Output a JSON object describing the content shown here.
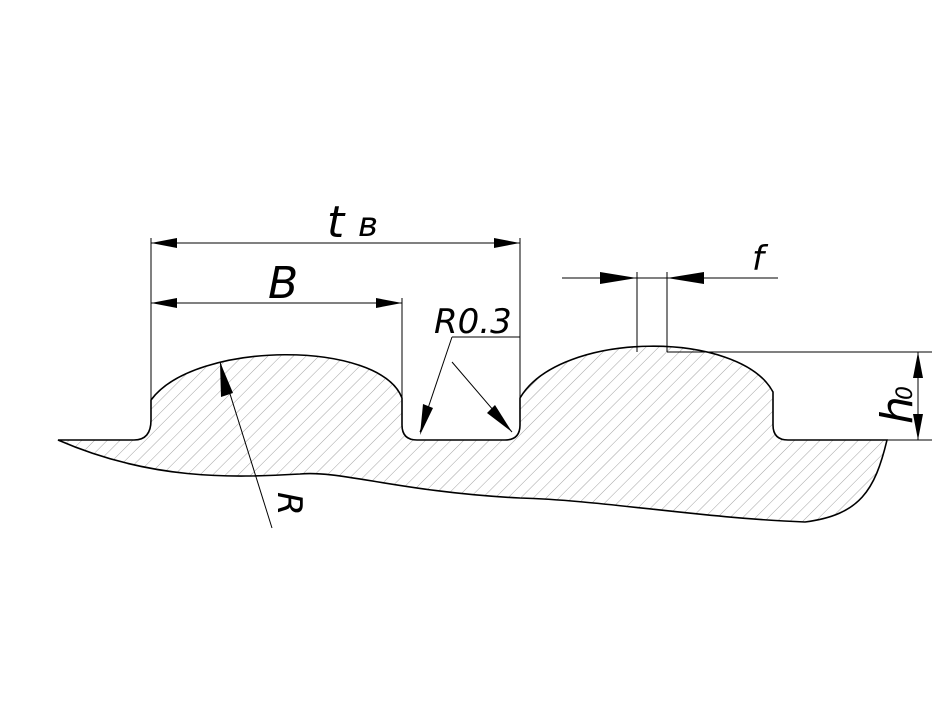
{
  "labels": {
    "pitch_main": "t",
    "pitch_sub": "в",
    "width": "B",
    "fillet": "R0.3",
    "flat": "f",
    "height_main": "h",
    "height_sub": "0",
    "radius": "R"
  },
  "colors": {
    "line": "#000000",
    "hatch": "#9a9a9a",
    "background": "#ffffff"
  }
}
